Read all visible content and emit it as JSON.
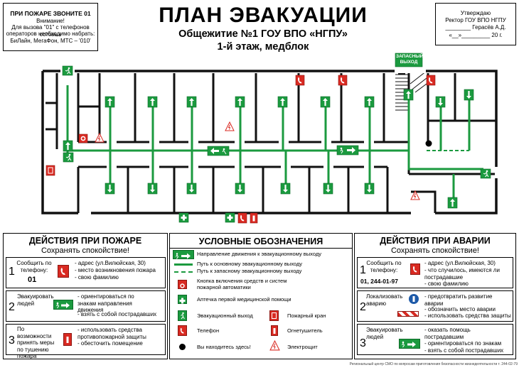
{
  "header": {
    "title": "ПЛАН ЭВАКУАЦИИ",
    "subtitle": "Общежитие №1 ГОУ ВПО «НГПУ»",
    "floor": "1-й этаж, медблок"
  },
  "fire_call": {
    "title": "ПРИ ПОЖАРЕ ЗВОНИТЕ 01",
    "line1": "Внимание!",
    "line2": "Для вызова \"01\" с телефонов сотовых",
    "line3": "операторов необходимо набрать:",
    "line4": "БиЛайн, МегаФон, МТС – '010'"
  },
  "approval": {
    "line1": "Утверждаю",
    "line2": "Ректор ГОУ ВПО НГПУ",
    "line3": "________ Герасёв А.Д.",
    "line4": "«__»_________ 20    г."
  },
  "plan": {
    "exit_label": "ЗАПАСНЫЙ ВЫХОД",
    "colors": {
      "wall": "#111111",
      "route": "#1b9a3f",
      "alt_route": "#1b9a3f",
      "fire": "#d92a22"
    }
  },
  "fire_actions": {
    "title": "ДЕЙСТВИЯ ПРИ ПОЖАРЕ",
    "subtitle": "Сохранять спокойствие!",
    "steps": [
      {
        "num": "1",
        "label": "Сообщить по телефону:",
        "extra": "01",
        "items": [
          "- адрес (ул.Вилюйская, 30)",
          "- место возникновения пожара",
          "- свою фамилию"
        ]
      },
      {
        "num": "2",
        "label": "Эвакуировать людей",
        "extra": "",
        "items": [
          "- ориентироваться по знакам направления движения",
          "- взять с собой пострадавших"
        ]
      },
      {
        "num": "3",
        "label": "По возможности принять меры по тушению пожара",
        "extra": "",
        "items": [
          "- использовать средства противопожарной защиты",
          "- обесточить помещение"
        ]
      }
    ]
  },
  "legend": {
    "title": "УСЛОВНЫЕ ОБОЗНАЧЕНИЯ",
    "items": [
      "Направление движения к эвакуационному выходу",
      "Путь к основному эвакуационному выходу",
      "Путь к запасному эвакуационному выходу",
      "Кнопка включения средств и систем пожарной автоматики",
      "Аптечка первой медицинской помощи",
      "Эвакуационный выход",
      "Телефон",
      "Вы находитесь здесь!",
      "Пожарный кран",
      "Огнетушитель",
      "Электрощит"
    ]
  },
  "accident_actions": {
    "title": "ДЕЙСТВИЯ ПРИ АВАРИИ",
    "subtitle": "Сохранять спокойствие!",
    "steps": [
      {
        "num": "1",
        "label": "Сообщить по телефону:",
        "extra": "01, 244-01-97",
        "items": [
          "- адрес (ул.Вилюйская, 30)",
          "- что случилось, имеются ли пострадавшие",
          "- свою фамилию"
        ]
      },
      {
        "num": "2",
        "label": "Локализовать аварию",
        "extra": "",
        "items": [
          "- предотвратить развитие аварии",
          "- обозначить место аварии",
          "- использовать средства защиты"
        ]
      },
      {
        "num": "3",
        "label": "Эвакуировать людей",
        "extra": "",
        "items": [
          "- оказать помощь пострадавшим",
          "- ориентироваться по знакам",
          "- взять с собой пострадавших"
        ]
      }
    ]
  },
  "footer": "Региональный центр СМО по вопросам приготовления безопасности жизнедеятельности т. 244-02-79"
}
